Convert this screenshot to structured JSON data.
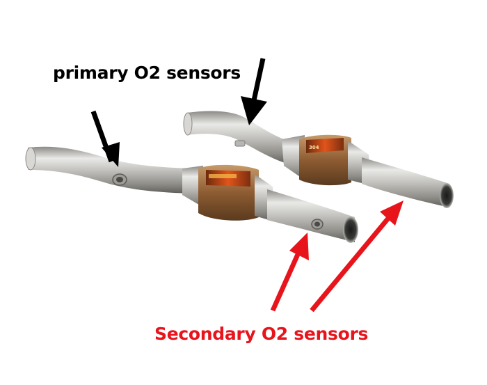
{
  "labels": {
    "primary": "primary O2 sensors",
    "secondary": "Secondary O2 sensors"
  },
  "colors": {
    "background": "#ffffff",
    "primary_arrow": "#000000",
    "primary_text": "#000000",
    "secondary_arrow": "#e8141c",
    "secondary_text": "#e8141c",
    "steel_light": "#e4e4e2",
    "steel_mid": "#a9a8a3",
    "steel_dark": "#6d6b66",
    "catalyst_body": "#9a6a3c",
    "catalyst_label": "#d23a12"
  },
  "scene": {
    "subject": "pair of stainless steel exhaust pipes with catalytic converters",
    "icons": [
      "black-arrow-icon",
      "red-arrow-icon"
    ]
  }
}
